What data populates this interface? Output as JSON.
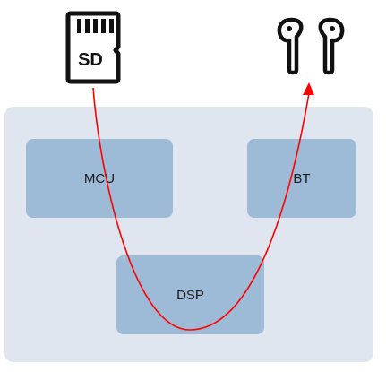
{
  "blocks": {
    "mcu": {
      "label": "MCU"
    },
    "bt": {
      "label": "BT"
    },
    "dsp": {
      "label": "DSP"
    }
  },
  "sd_card": {
    "label": "SD",
    "icon": "sd-card-icon"
  },
  "earbuds": {
    "icon": "earbuds-icon"
  },
  "colors": {
    "panel": "#dfe6f0",
    "block": "#9dbad6",
    "flow_path": "#ff0000",
    "icon_stroke": "#111111"
  }
}
